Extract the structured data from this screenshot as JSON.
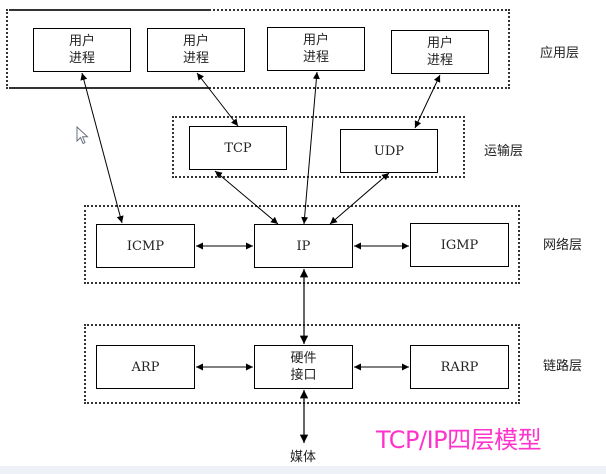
{
  "diagram": {
    "title": "TCP/IP四层模型",
    "title_color": "#ff33cc",
    "layers": {
      "application": "应用层",
      "transport": "运输层",
      "network": "网络层",
      "link": "链路层"
    },
    "nodes": {
      "user_process_1": [
        "用户",
        "进程"
      ],
      "user_process_2": [
        "用户",
        "进程"
      ],
      "user_process_3": [
        "用户",
        "进程"
      ],
      "user_process_4": [
        "用户",
        "进程"
      ],
      "tcp": "TCP",
      "udp": "UDP",
      "icmp": "ICMP",
      "ip": "IP",
      "igmp": "IGMP",
      "arp": "ARP",
      "hw_interface": [
        "硬件",
        "接口"
      ],
      "rarp": "RARP",
      "media": "媒体"
    },
    "edges": [
      {
        "from": "user_process_1",
        "to": "icmp",
        "type": "bidirectional"
      },
      {
        "from": "user_process_2",
        "to": "tcp",
        "type": "bidirectional"
      },
      {
        "from": "user_process_3",
        "to": "ip",
        "type": "bidirectional"
      },
      {
        "from": "user_process_4",
        "to": "udp",
        "type": "bidirectional"
      },
      {
        "from": "tcp",
        "to": "ip",
        "type": "bidirectional"
      },
      {
        "from": "udp",
        "to": "ip",
        "type": "bidirectional"
      },
      {
        "from": "icmp",
        "to": "ip",
        "type": "bidirectional"
      },
      {
        "from": "ip",
        "to": "igmp",
        "type": "bidirectional"
      },
      {
        "from": "ip",
        "to": "hw_interface",
        "type": "bidirectional"
      },
      {
        "from": "arp",
        "to": "hw_interface",
        "type": "bidirectional"
      },
      {
        "from": "hw_interface",
        "to": "rarp",
        "type": "bidirectional"
      },
      {
        "from": "hw_interface",
        "to": "media",
        "type": "bidirectional"
      }
    ]
  }
}
